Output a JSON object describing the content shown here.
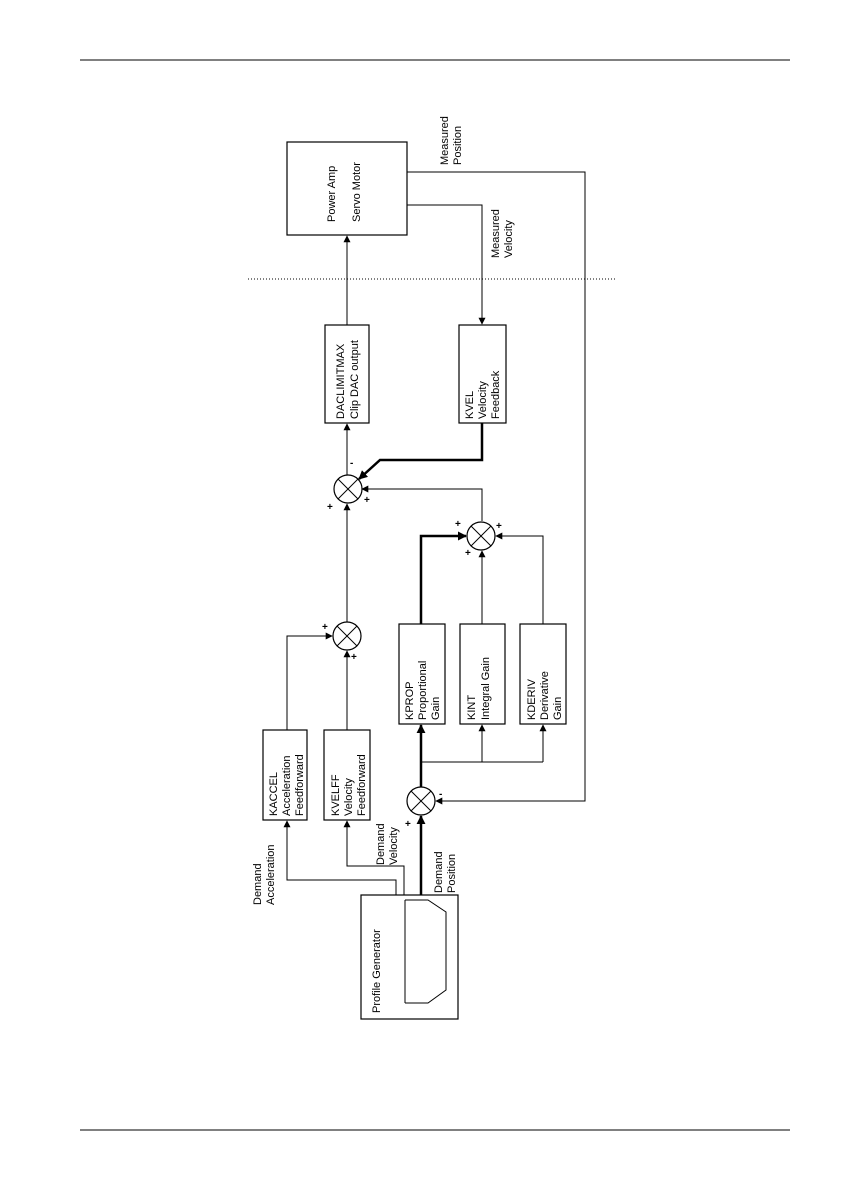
{
  "diagram": {
    "blocks": {
      "power": [
        "Power Amp",
        "Servo Motor"
      ],
      "dac": [
        "DACLIMITMAX",
        "Clip DAC output"
      ],
      "kvel": [
        "KVEL",
        "Velocity",
        "Feedback"
      ],
      "kprop": [
        "KPROP",
        "Proportional",
        "Gain"
      ],
      "kint": [
        "KINT",
        "Integral Gain"
      ],
      "kderiv": [
        "KDERIV",
        "Derivative",
        "Gain"
      ],
      "kaccel": [
        "KACCEL",
        "Acceleration",
        "Feedforward"
      ],
      "kvelff": [
        "KVELFF",
        "Velocity",
        "Feedforward"
      ],
      "profile": [
        "Profile Generator"
      ]
    },
    "signals": {
      "measured_position": [
        "Measured",
        "Position"
      ],
      "measured_velocity": [
        "Measured",
        "Velocity"
      ],
      "demand_acceleration": [
        "Demand",
        "Acceleration"
      ],
      "demand_velocity": [
        "Demand",
        "Velocity"
      ],
      "demand_position": [
        "Demand",
        "Position"
      ]
    },
    "signs": {
      "plus": "+",
      "minus": "-"
    }
  }
}
